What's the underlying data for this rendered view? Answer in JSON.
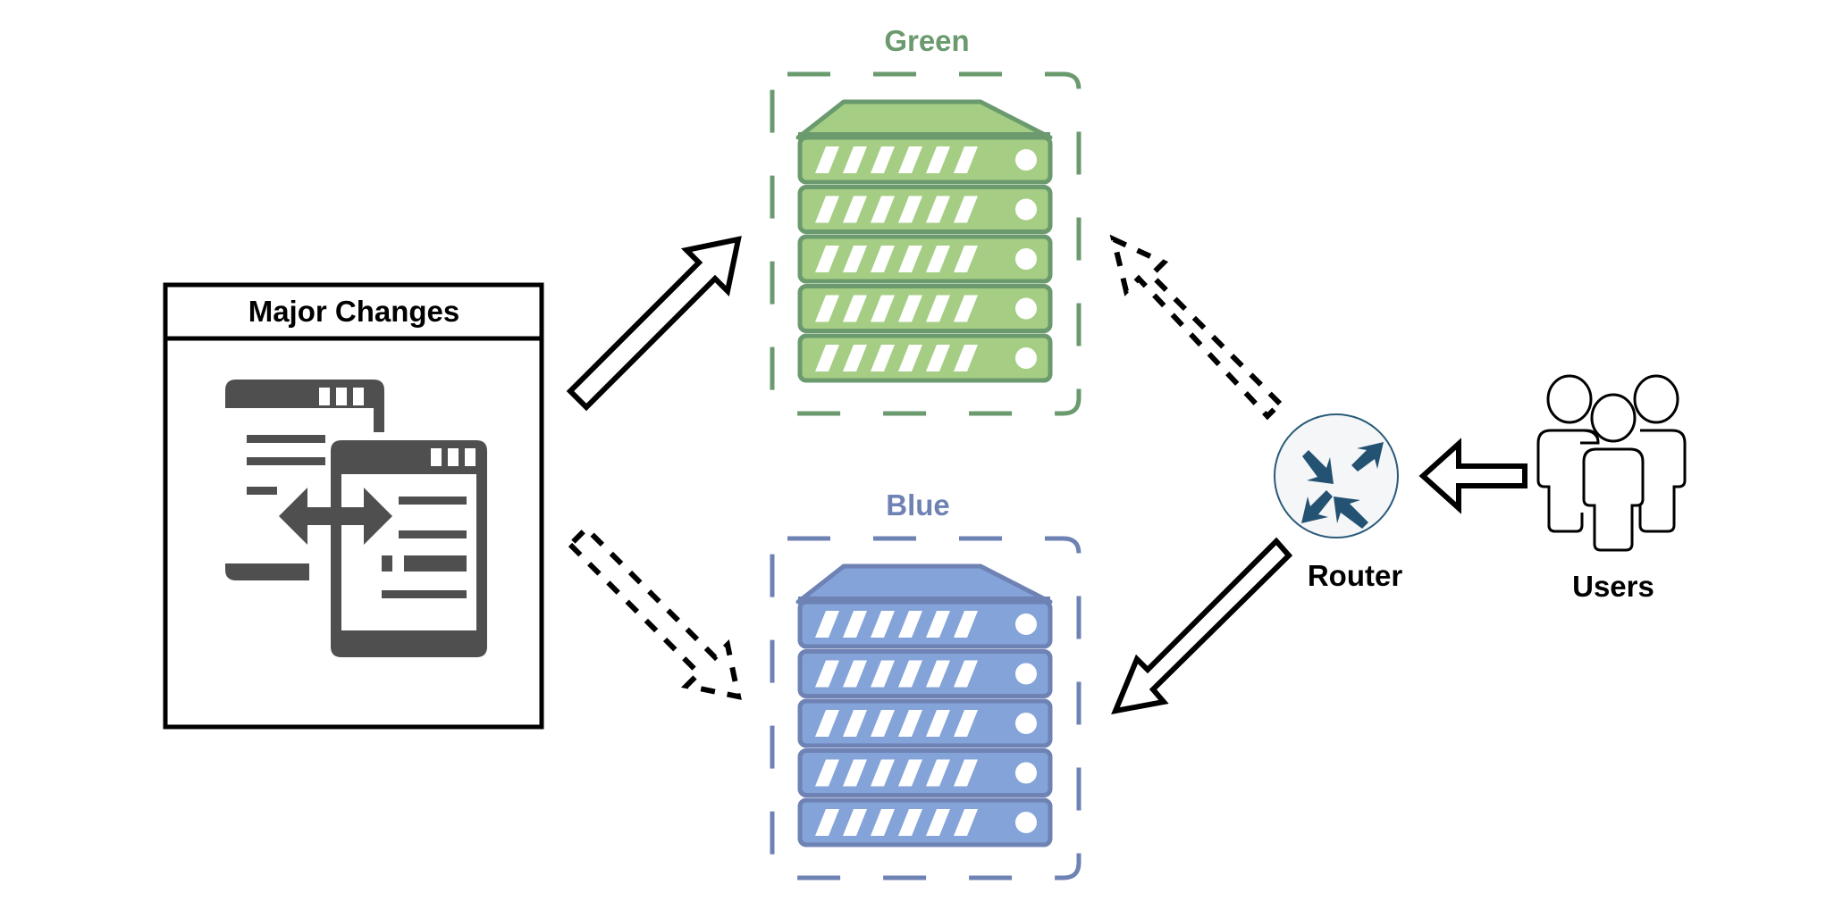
{
  "diagram": {
    "title": "Blue-Green Deployment",
    "major_changes": {
      "title": "Major Changes",
      "icon": "window-compare-icon"
    },
    "environments": [
      {
        "id": "green",
        "label": "Green",
        "color": "#6a9a6e",
        "fill": "#a5ce84",
        "units": 5,
        "icon": "server-stack-icon"
      },
      {
        "id": "blue",
        "label": "Blue",
        "color": "#6e82b4",
        "fill": "#84a3d8",
        "units": 5,
        "icon": "server-stack-icon"
      }
    ],
    "router": {
      "label": "Router",
      "icon": "router-icon",
      "color": "#245272"
    },
    "users": {
      "label": "Users",
      "icon": "users-group-icon"
    },
    "edges": [
      {
        "from": "Major Changes",
        "to": "Green",
        "style": "solid"
      },
      {
        "from": "Major Changes",
        "to": "Blue",
        "style": "dashed"
      },
      {
        "from": "Router",
        "to": "Green",
        "style": "dashed"
      },
      {
        "from": "Router",
        "to": "Blue",
        "style": "solid"
      },
      {
        "from": "Users",
        "to": "Router",
        "style": "solid"
      }
    ]
  }
}
